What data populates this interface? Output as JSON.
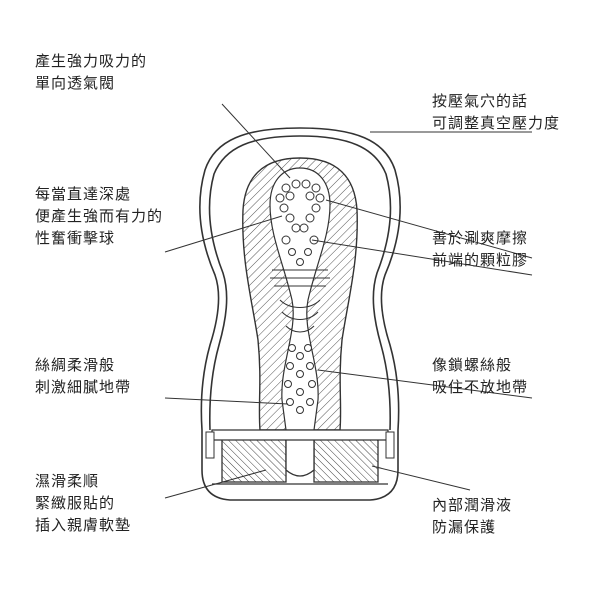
{
  "labels": [
    {
      "id": "suction-valve",
      "lines": [
        "產生強力吸力的",
        "單向透氣閥"
      ]
    },
    {
      "id": "press-vent",
      "lines": [
        "按壓氣穴的話",
        "可調整真空壓力度"
      ]
    },
    {
      "id": "deep-impact",
      "lines": [
        "每當直達深處",
        "便產生強而有力的",
        "性奮衝擊球"
      ]
    },
    {
      "id": "tip-beads",
      "lines": [
        "善於涮爽摩擦",
        "前端的顆粒膠"
      ]
    },
    {
      "id": "silky-band",
      "lines": [
        "絲綢柔滑般",
        "刺激細膩地帶"
      ]
    },
    {
      "id": "lock-screw",
      "lines": [
        "像鎖螺絲般",
        "吸住不放地帶"
      ]
    },
    {
      "id": "insert-pad",
      "lines": [
        "濕滑柔順",
        "緊緻服貼的",
        "插入親膚軟墊"
      ]
    },
    {
      "id": "lube",
      "lines": [
        "內部潤滑液",
        "防漏保護"
      ]
    }
  ],
  "colors": {
    "line": "#333333",
    "hatch": "#555555",
    "text": "#222222"
  }
}
